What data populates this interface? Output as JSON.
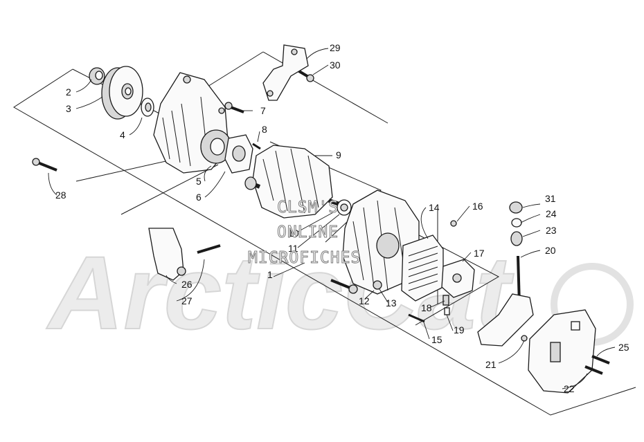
{
  "watermark": {
    "brand": "ArcticCat",
    "line1": "CLSM'S",
    "line2": "ONLINE",
    "line3": "MICROFICHES"
  },
  "callouts": [
    {
      "id": "1",
      "label": "1"
    },
    {
      "id": "2",
      "label": "2"
    },
    {
      "id": "3",
      "label": "3"
    },
    {
      "id": "4",
      "label": "4"
    },
    {
      "id": "5",
      "label": "5"
    },
    {
      "id": "6",
      "label": "6"
    },
    {
      "id": "7",
      "label": "7"
    },
    {
      "id": "8",
      "label": "8"
    },
    {
      "id": "9",
      "label": "9"
    },
    {
      "id": "10",
      "label": "10"
    },
    {
      "id": "11",
      "label": "11"
    },
    {
      "id": "12",
      "label": "12"
    },
    {
      "id": "13",
      "label": "13"
    },
    {
      "id": "14",
      "label": "14"
    },
    {
      "id": "15",
      "label": "15"
    },
    {
      "id": "16",
      "label": "16"
    },
    {
      "id": "17",
      "label": "17"
    },
    {
      "id": "18",
      "label": "18"
    },
    {
      "id": "19",
      "label": "19"
    },
    {
      "id": "20",
      "label": "20"
    },
    {
      "id": "21",
      "label": "21"
    },
    {
      "id": "22",
      "label": "22"
    },
    {
      "id": "23",
      "label": "23"
    },
    {
      "id": "24",
      "label": "24"
    },
    {
      "id": "25",
      "label": "25"
    },
    {
      "id": "26",
      "label": "26"
    },
    {
      "id": "27",
      "label": "27"
    },
    {
      "id": "28",
      "label": "28"
    },
    {
      "id": "29",
      "label": "29"
    },
    {
      "id": "30",
      "label": "30"
    },
    {
      "id": "31",
      "label": "31"
    }
  ]
}
